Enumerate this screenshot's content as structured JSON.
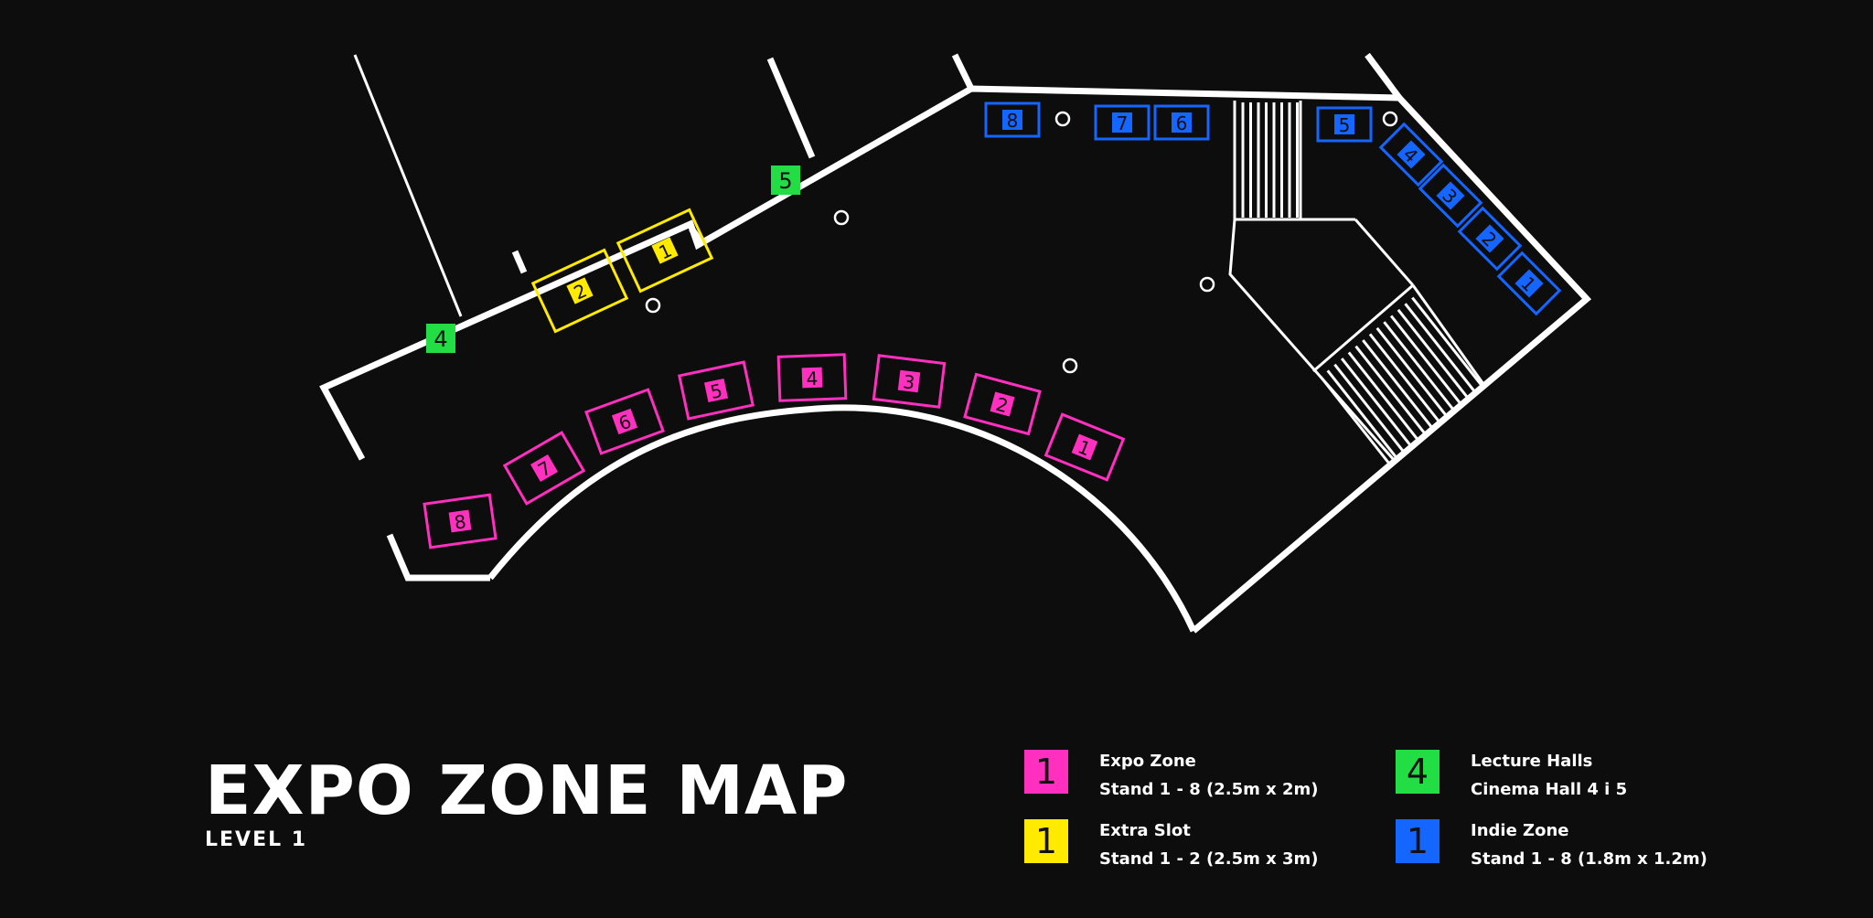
{
  "title": "EXPO ZONE MAP",
  "subtitle": "LEVEL 1",
  "colors": {
    "expo": "#ff2fbf",
    "extra": "#ffea00",
    "lecture": "#22dd44",
    "indie": "#1565ff"
  },
  "legend": [
    {
      "number": "1",
      "name": "Expo Zone",
      "detail": "Stand 1 - 8 (2.5m x 2m)",
      "color": "#ff2fbf"
    },
    {
      "number": "1",
      "name": "Extra Slot",
      "detail": "Stand 1 - 2 (2.5m x 3m)",
      "color": "#ffea00"
    },
    {
      "number": "4",
      "name": "Lecture Halls",
      "detail": "Cinema Hall 4 i 5",
      "color": "#22dd44"
    },
    {
      "number": "1",
      "name": "Indie Zone",
      "detail": "Stand 1 - 8 (1.8m x 1.2m)",
      "color": "#1565ff"
    }
  ],
  "stands": {
    "expo": [
      "1",
      "2",
      "3",
      "4",
      "5",
      "6",
      "7",
      "8"
    ],
    "extra": [
      "1",
      "2"
    ],
    "indie": [
      "1",
      "2",
      "3",
      "4",
      "5",
      "6",
      "7",
      "8"
    ]
  },
  "lecture_halls": [
    "4",
    "5"
  ]
}
